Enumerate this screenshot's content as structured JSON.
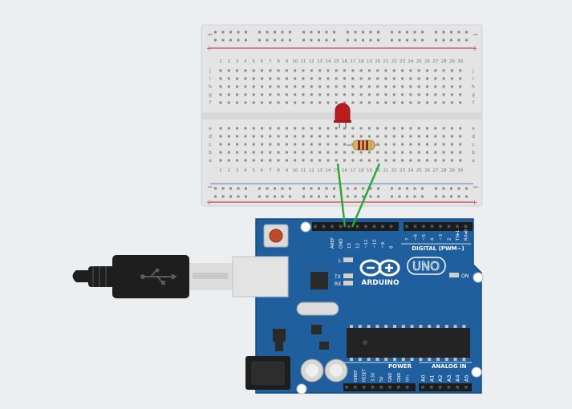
{
  "canvas": {
    "background": "#eceff1"
  },
  "breadboard": {
    "rail_plus": "+",
    "rail_minus": "−",
    "row_letters_top": [
      "j",
      "i",
      "h",
      "g",
      "f"
    ],
    "row_letters_bottom": [
      "e",
      "d",
      "c",
      "b",
      "a"
    ],
    "column_numbers": [
      "1",
      "2",
      "3",
      "4",
      "5",
      "6",
      "7",
      "8",
      "9",
      "10",
      "11",
      "12",
      "13",
      "14",
      "15",
      "16",
      "17",
      "18",
      "19",
      "20",
      "21",
      "22",
      "23",
      "24",
      "25",
      "26",
      "27",
      "28",
      "29",
      "30"
    ],
    "body_color": "#e4e4e4",
    "red_line": "#c94a4a",
    "blue_line": "#5b7bb5"
  },
  "components": {
    "led_color": "#b81c1c",
    "resistor_color": "#d9b36b",
    "wire_color": "#2fa63a"
  },
  "arduino": {
    "brand": "ARDUINO",
    "model": "UNO",
    "board_color": "#1f5f9e",
    "header_labels_digital_left": [
      "AREF",
      "GND",
      "13",
      "12",
      "~11",
      "~10",
      "~9",
      "8"
    ],
    "header_labels_digital_right": [
      "7",
      "~6",
      "~5",
      "4",
      "~3",
      "2",
      "TX▸1",
      "RX◂0"
    ],
    "digital_title": "DIGITAL (PWM~)",
    "led_labels": [
      "L",
      "TX",
      "RX"
    ],
    "on_label": "ON",
    "power_title": "POWER",
    "power_labels": [
      "IOREF",
      "RESET",
      "3.3V",
      "5V",
      "GND",
      "GND",
      "Vin"
    ],
    "analog_title": "ANALOG IN",
    "analog_labels": [
      "A0",
      "A1",
      "A2",
      "A3",
      "A4",
      "A5"
    ]
  },
  "usb": {
    "cable_color": "#1e1e1e",
    "plug_color": "#dcdcdc",
    "symbol": "usb-icon"
  }
}
